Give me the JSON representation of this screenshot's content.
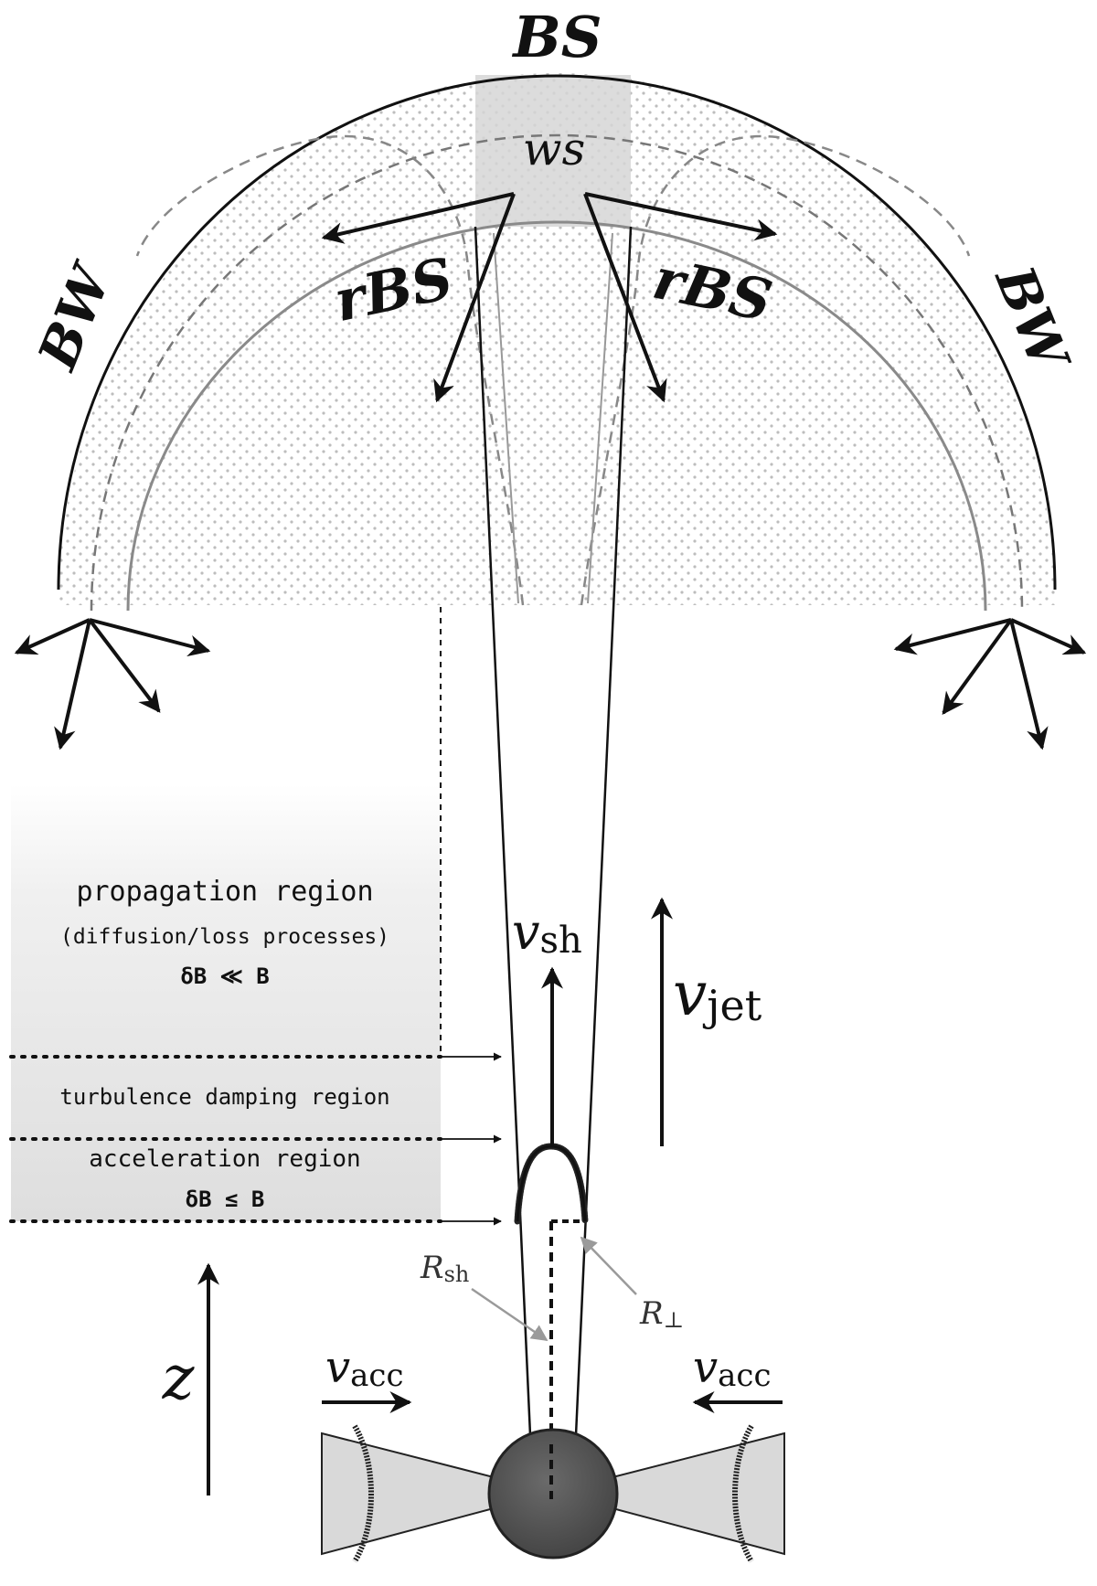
{
  "labels": {
    "bow_shock": "BS",
    "working_surface": "ws",
    "reverse_bow_shock_left": "rBS",
    "reverse_bow_shock_right": "rBS",
    "bow_wave_left": "BW",
    "bow_wave_right": "BW",
    "v_sh_base": "v",
    "v_sh_sub": "sh",
    "v_jet_base": "v",
    "v_jet_sub": "jet",
    "v_acc_left_base": "v",
    "v_acc_left_sub": "acc",
    "v_acc_right_base": "v",
    "v_acc_right_sub": "acc",
    "z_axis": "z",
    "R_sh_base": "R",
    "R_sh_sub": "sh",
    "R_perp_base": "R",
    "R_perp_sub": "⊥"
  },
  "regions": {
    "propagation_title": "propagation region",
    "propagation_sub": "(diffusion/loss processes)",
    "propagation_cond": "δB ≪ B",
    "damping_title": "turbulence damping region",
    "acceleration_title": "acceleration region",
    "acceleration_cond": "δB ≤ B"
  },
  "colors": {
    "ink": "#111111",
    "grey_line": "#8a8a8a",
    "dot": "#bdbdbd",
    "ws_box": "#d6d6d6",
    "region_fill": "#e4e4e4",
    "central_object": "#555555",
    "disk": "#d9d9d9"
  }
}
